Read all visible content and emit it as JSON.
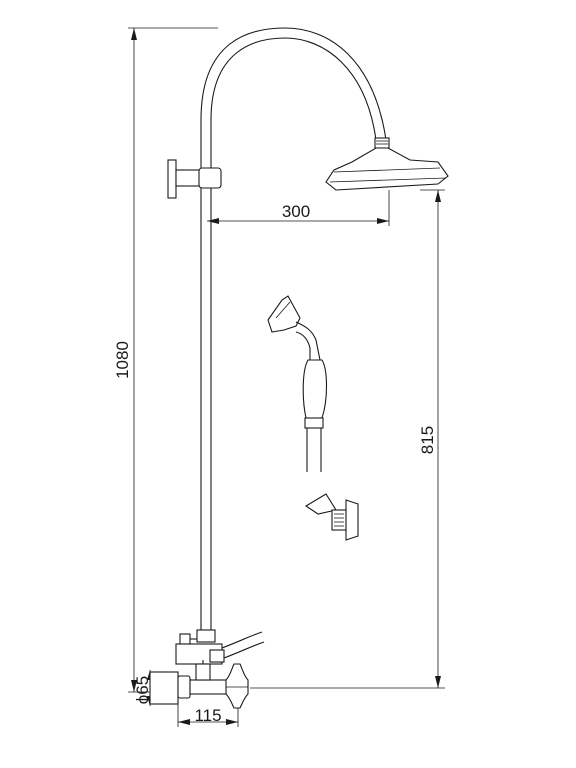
{
  "dimensions": {
    "total_height": "1080",
    "arm_reach": "300",
    "head_height": "815",
    "pipe_diameter": "ϕ65",
    "wall_offset": "115"
  },
  "colors": {
    "line": "#1a1a1a",
    "background": "#ffffff"
  }
}
